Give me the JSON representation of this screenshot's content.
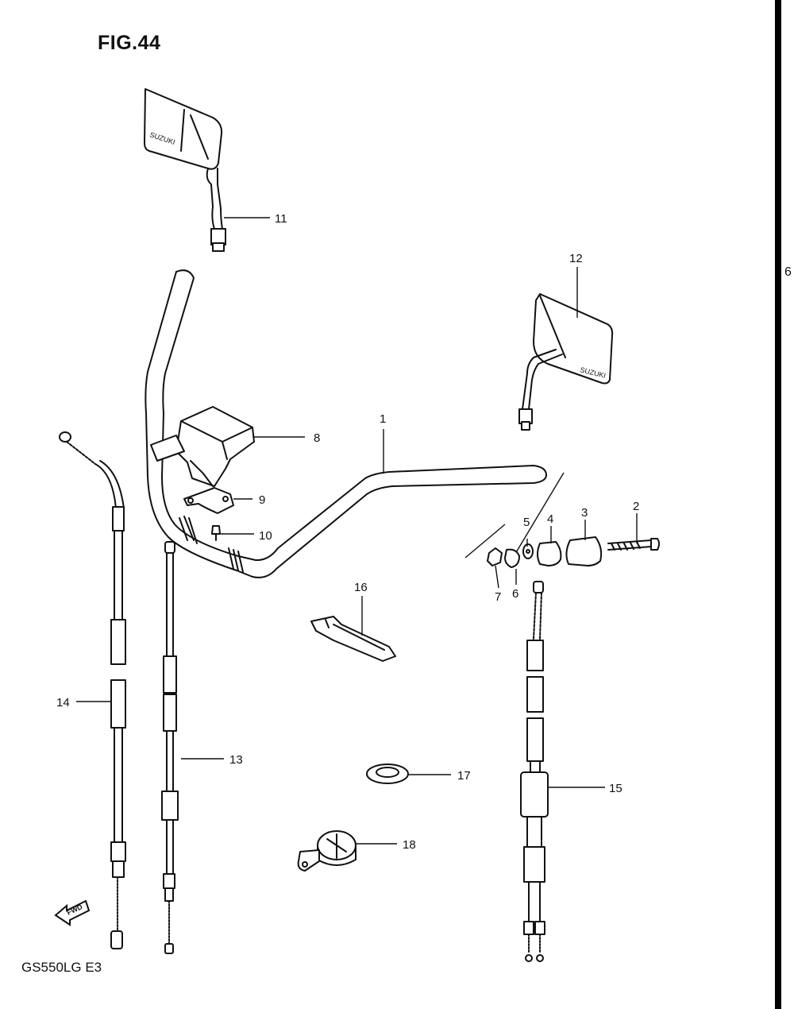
{
  "figure": {
    "title": "FIG.44",
    "model_code": "GS550LG E3",
    "edge_mark": "6",
    "fwd_label": "FWD"
  },
  "mirror_brand": "SUZUKI",
  "callouts": [
    {
      "id": "1",
      "label": "1"
    },
    {
      "id": "2",
      "label": "2"
    },
    {
      "id": "3",
      "label": "3"
    },
    {
      "id": "4",
      "label": "4"
    },
    {
      "id": "5",
      "label": "5"
    },
    {
      "id": "6",
      "label": "6"
    },
    {
      "id": "7",
      "label": "7"
    },
    {
      "id": "8",
      "label": "8"
    },
    {
      "id": "9",
      "label": "9"
    },
    {
      "id": "10",
      "label": "10"
    },
    {
      "id": "11",
      "label": "11"
    },
    {
      "id": "12",
      "label": "12"
    },
    {
      "id": "13",
      "label": "13"
    },
    {
      "id": "14",
      "label": "14"
    },
    {
      "id": "15",
      "label": "15"
    },
    {
      "id": "16",
      "label": "16"
    },
    {
      "id": "17",
      "label": "17"
    },
    {
      "id": "18",
      "label": "18"
    }
  ]
}
